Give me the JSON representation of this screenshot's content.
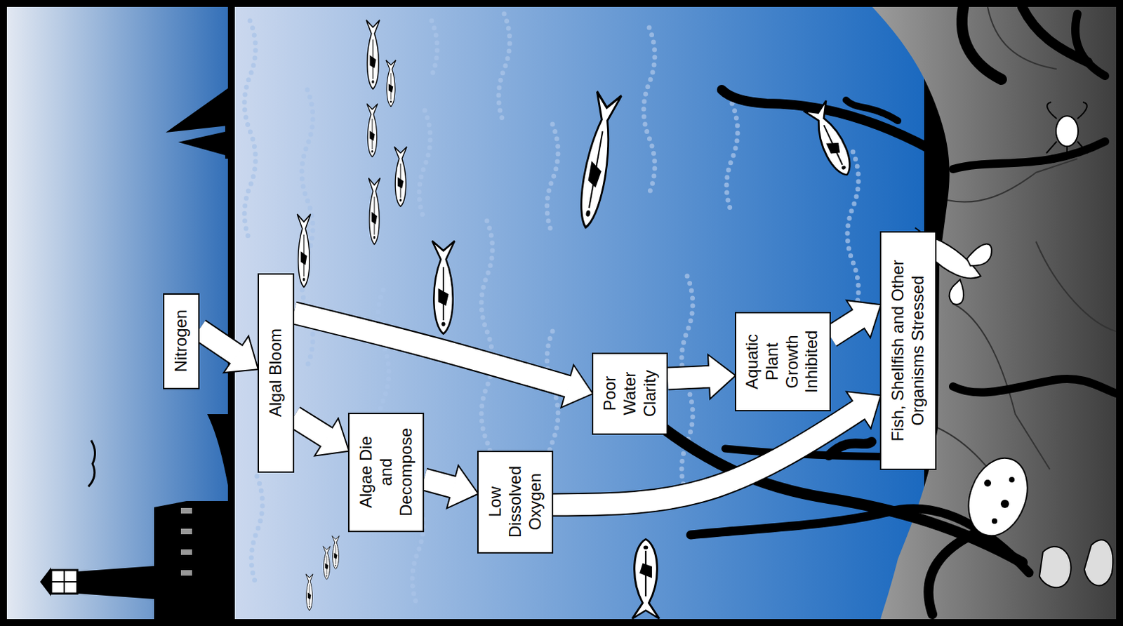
{
  "diagram": {
    "nodes": [
      {
        "text": [
          "Nitrogen"
        ]
      },
      {
        "text": [
          "Algal Bloom"
        ]
      },
      {
        "text": [
          "Algae Die and Decompose"
        ]
      },
      {
        "text": [
          "Low Dissolved Oxygen"
        ]
      },
      {
        "text": [
          "Poor Water Clarity"
        ]
      },
      {
        "text": [
          "Aquatic Plant Growth Inhibited"
        ]
      },
      {
        "text": [
          "Fish, Shellfish and Other Organisms Stressed"
        ]
      }
    ],
    "edges": [
      {
        "from": 0,
        "to": 1,
        "arrow": "to"
      },
      {
        "from": 1,
        "to": 2,
        "arrow": "to"
      },
      {
        "from": 1,
        "to": 4,
        "arrow": "to"
      },
      {
        "from": 2,
        "to": 3,
        "arrow": "to"
      },
      {
        "from": 4,
        "to": 5,
        "arrow": "to"
      },
      {
        "from": 5,
        "to": 6,
        "arrow": "to"
      },
      {
        "from": 3,
        "to": 6,
        "arrow": "to"
      }
    ]
  }
}
